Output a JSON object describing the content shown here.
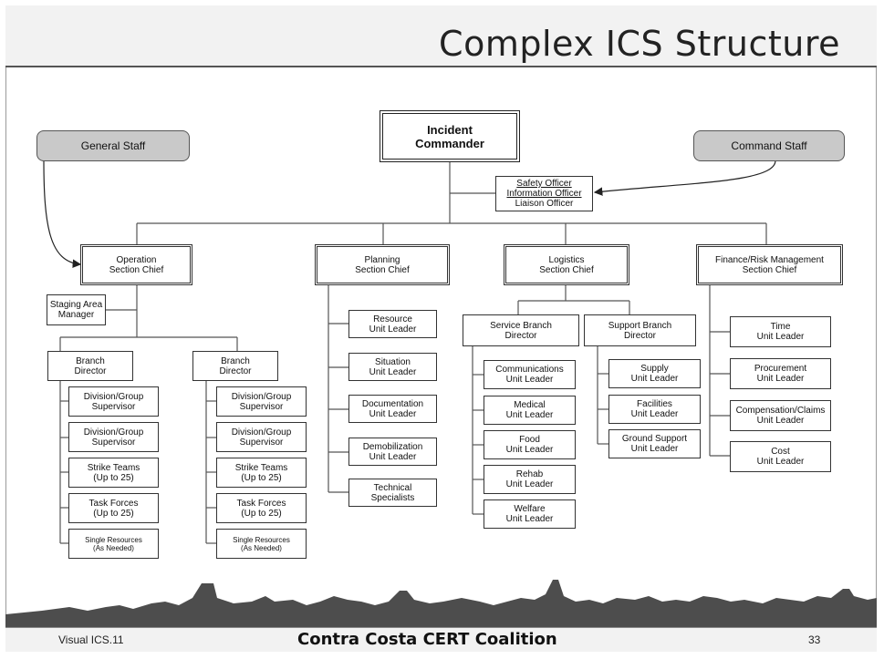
{
  "slide": {
    "title": "Complex ICS Structure"
  },
  "callouts": {
    "general_staff": "General Staff",
    "command_staff": "Command Staff"
  },
  "commander": "Incident\nCommander",
  "command_staff_box": {
    "safety": "Safety Officer",
    "information": "Information Officer",
    "liaison": "Liaison Officer"
  },
  "sections": {
    "operations": "Operation\nSection Chief",
    "planning": "Planning\nSection Chief",
    "logistics": "Logistics\nSection Chief",
    "finance": "Finance/Risk Management\nSection Chief"
  },
  "operations": {
    "staging": "Staging Area\nManager",
    "branches": [
      {
        "label": "Branch\nDirector",
        "units": [
          "Division/Group\nSupervisor",
          "Division/Group\nSupervisor",
          "Strike Teams\n(Up to 25)",
          "Task Forces\n(Up to 25)",
          "Single Resources\n(As Needed)"
        ]
      },
      {
        "label": "Branch\nDirector",
        "units": [
          "Division/Group\nSupervisor",
          "Division/Group\nSupervisor",
          "Strike Teams\n(Up to 25)",
          "Task Forces\n(Up to 25)",
          "Single Resources\n(As Needed)"
        ]
      }
    ]
  },
  "planning_units": [
    "Resource\nUnit Leader",
    "Situation\nUnit Leader",
    "Documentation\nUnit Leader",
    "Demobilization\nUnit Leader",
    "Technical\nSpecialists"
  ],
  "logistics": {
    "service_branch": {
      "label": "Service Branch\nDirector",
      "units": [
        "Communications\nUnit Leader",
        "Medical\nUnit Leader",
        "Food\nUnit Leader",
        "Rehab\nUnit Leader",
        "Welfare\nUnit Leader"
      ]
    },
    "support_branch": {
      "label": "Support Branch\nDirector",
      "units": [
        "Supply\nUnit Leader",
        "Facilities\nUnit Leader",
        "Ground Support\nUnit Leader"
      ]
    }
  },
  "finance_units": [
    "Time\nUnit Leader",
    "Procurement\nUnit Leader",
    "Compensation/Claims\nUnit Leader",
    "Cost\nUnit Leader"
  ],
  "footer": {
    "left": "Visual ICS.11",
    "center": "Contra Costa CERT Coalition",
    "page": "33"
  }
}
